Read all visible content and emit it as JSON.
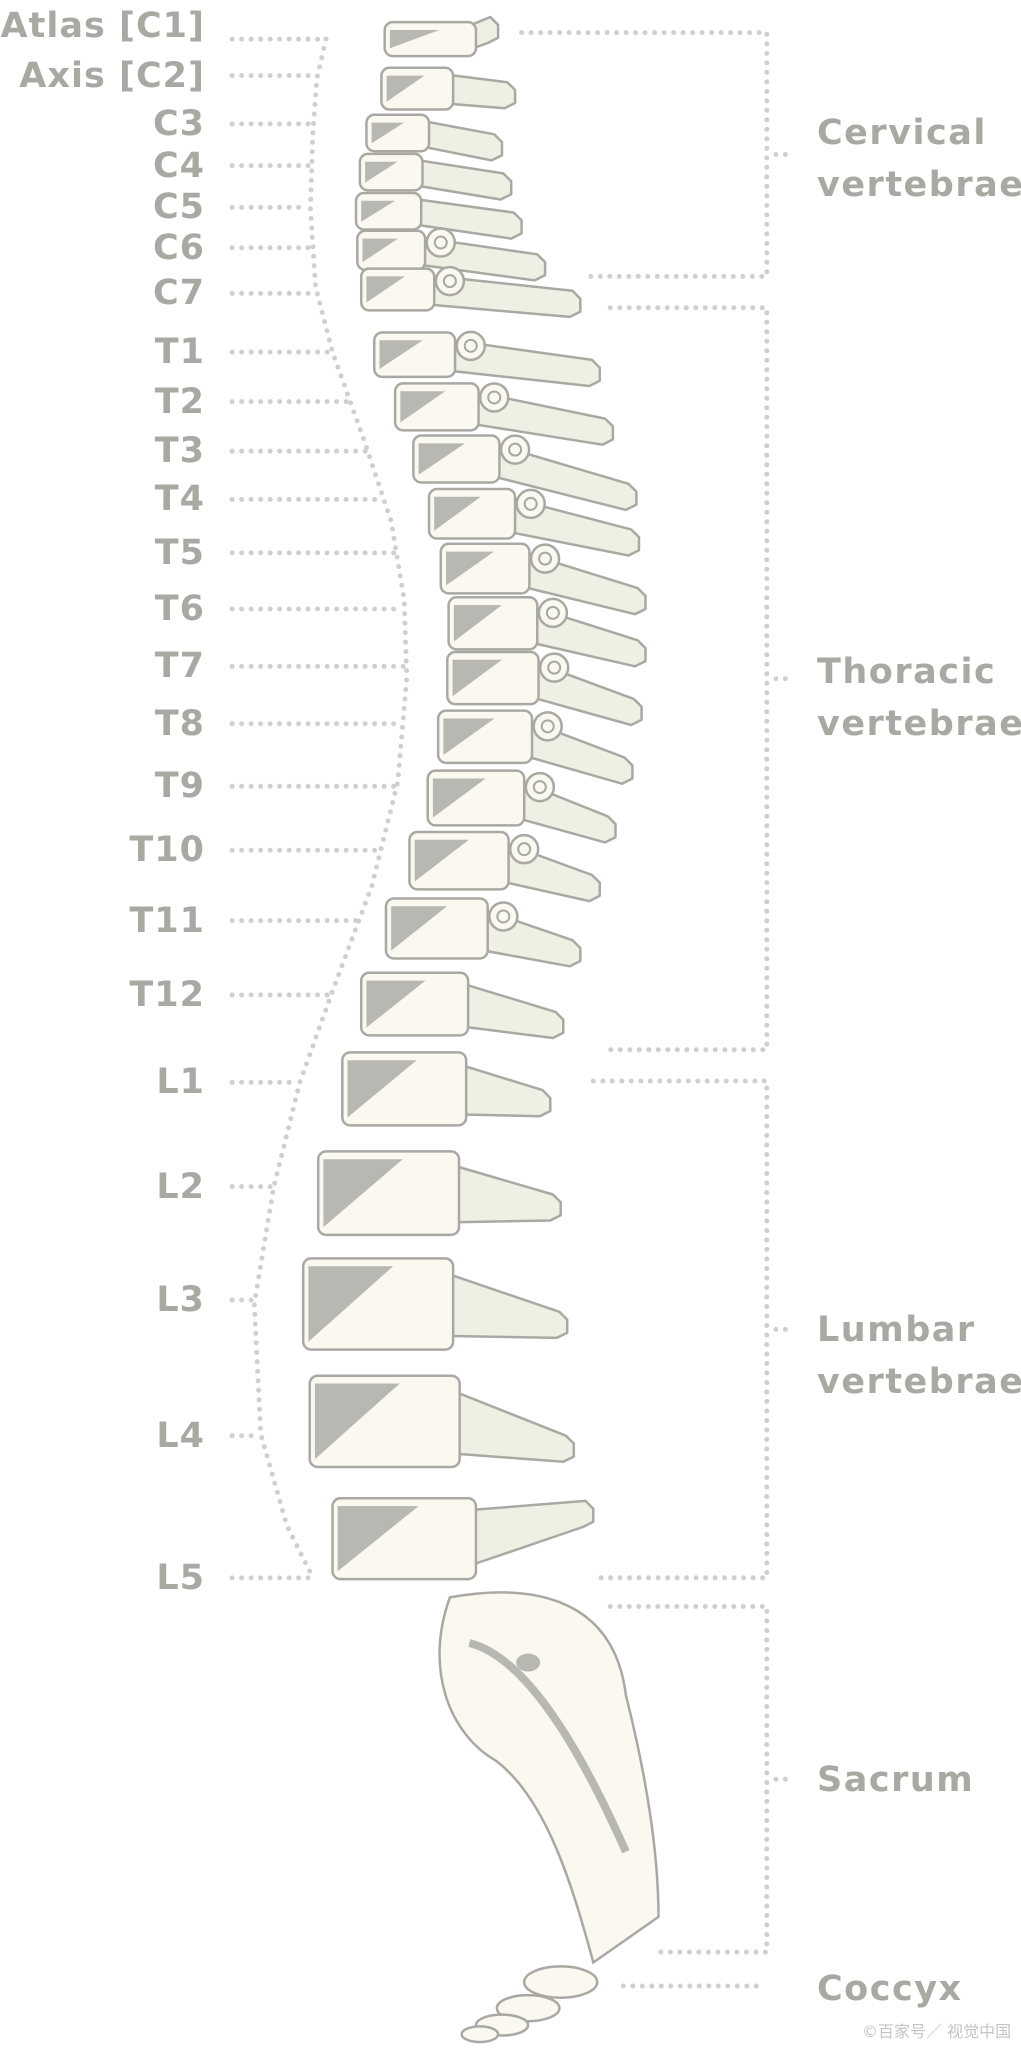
{
  "vertebra_labels": [
    {
      "id": "c1",
      "text": "Atlas [C1]"
    },
    {
      "id": "c2",
      "text": "Axis [C2]"
    },
    {
      "id": "c3",
      "text": "C3"
    },
    {
      "id": "c4",
      "text": "C4"
    },
    {
      "id": "c5",
      "text": "C5"
    },
    {
      "id": "c6",
      "text": "C6"
    },
    {
      "id": "c7",
      "text": "C7"
    },
    {
      "id": "t1",
      "text": "T1"
    },
    {
      "id": "t2",
      "text": "T2"
    },
    {
      "id": "t3",
      "text": "T3"
    },
    {
      "id": "t4",
      "text": "T4"
    },
    {
      "id": "t5",
      "text": "T5"
    },
    {
      "id": "t6",
      "text": "T6"
    },
    {
      "id": "t7",
      "text": "T7"
    },
    {
      "id": "t8",
      "text": "T8"
    },
    {
      "id": "t9",
      "text": "T9"
    },
    {
      "id": "t10",
      "text": "T10"
    },
    {
      "id": "t11",
      "text": "T11"
    },
    {
      "id": "t12",
      "text": "T12"
    },
    {
      "id": "l1",
      "text": "L1"
    },
    {
      "id": "l2",
      "text": "L2"
    },
    {
      "id": "l3",
      "text": "L3"
    },
    {
      "id": "l4",
      "text": "L4"
    },
    {
      "id": "l5",
      "text": "L5"
    }
  ],
  "group_labels": [
    {
      "id": "cervical",
      "line1": "Cervical",
      "line2": "vertebrae"
    },
    {
      "id": "thoracic",
      "line1": "Thoracic",
      "line2": "vertebrae"
    },
    {
      "id": "lumbar",
      "line1": "Lumbar",
      "line2": "vertebrae"
    },
    {
      "id": "sacrum",
      "line1": "Sacrum",
      "line2": ""
    },
    {
      "id": "coccyx",
      "line1": "Coccyx",
      "line2": ""
    }
  ],
  "watermark": "©百家号／ 视觉中国",
  "colors": {
    "label": "#a9a9a4",
    "dots": "#cfcfcb",
    "bone": "#faf8ef",
    "bone_shade": "#f0efe4",
    "outline": "#a9a9a4",
    "shadow": "#b8b8b3"
  }
}
